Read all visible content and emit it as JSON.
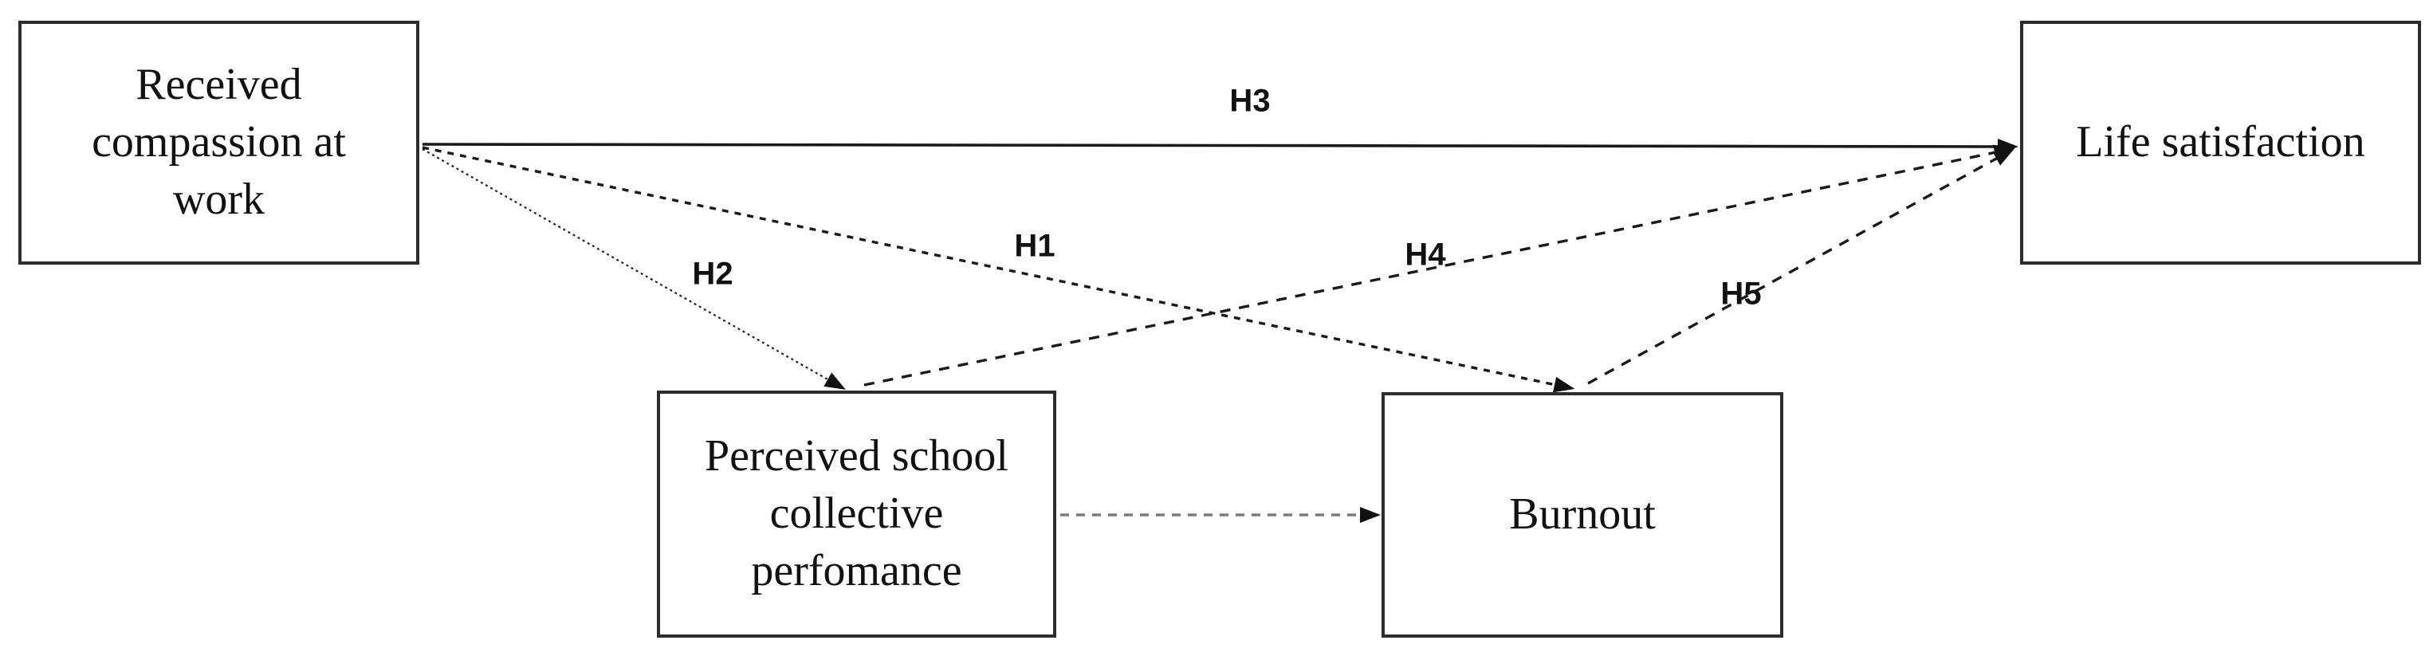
{
  "diagram": {
    "title": "",
    "nodes": {
      "received_compassion": {
        "label": "Received\ncompassion at\nwork"
      },
      "life_satisfaction": {
        "label": "Life satisfaction"
      },
      "perceived_school": {
        "label": "Perceived school\ncollective\nperfomance"
      },
      "burnout": {
        "label": "Burnout"
      }
    },
    "edges": {
      "h1": {
        "label": "H1",
        "from": "received_compassion",
        "to": "burnout",
        "style": "dashed"
      },
      "h2": {
        "label": "H2",
        "from": "received_compassion",
        "to": "perceived_school",
        "style": "dotted-thin"
      },
      "h3": {
        "label": "H3",
        "from": "received_compassion",
        "to": "life_satisfaction",
        "style": "solid"
      },
      "h4": {
        "label": "H4",
        "from": "perceived_school",
        "to": "life_satisfaction",
        "style": "dashed"
      },
      "h5": {
        "label": "H5",
        "from": "burnout",
        "to": "life_satisfaction",
        "style": "dashed"
      },
      "mediation": {
        "label": "",
        "from": "perceived_school",
        "to": "burnout",
        "style": "dashed-gray"
      }
    },
    "colors": {
      "background": "#ffffff",
      "box_border": "#2d2d2d",
      "line": "#1a1a1a",
      "gray_line": "#7a7a7a",
      "text": "#111111"
    }
  }
}
